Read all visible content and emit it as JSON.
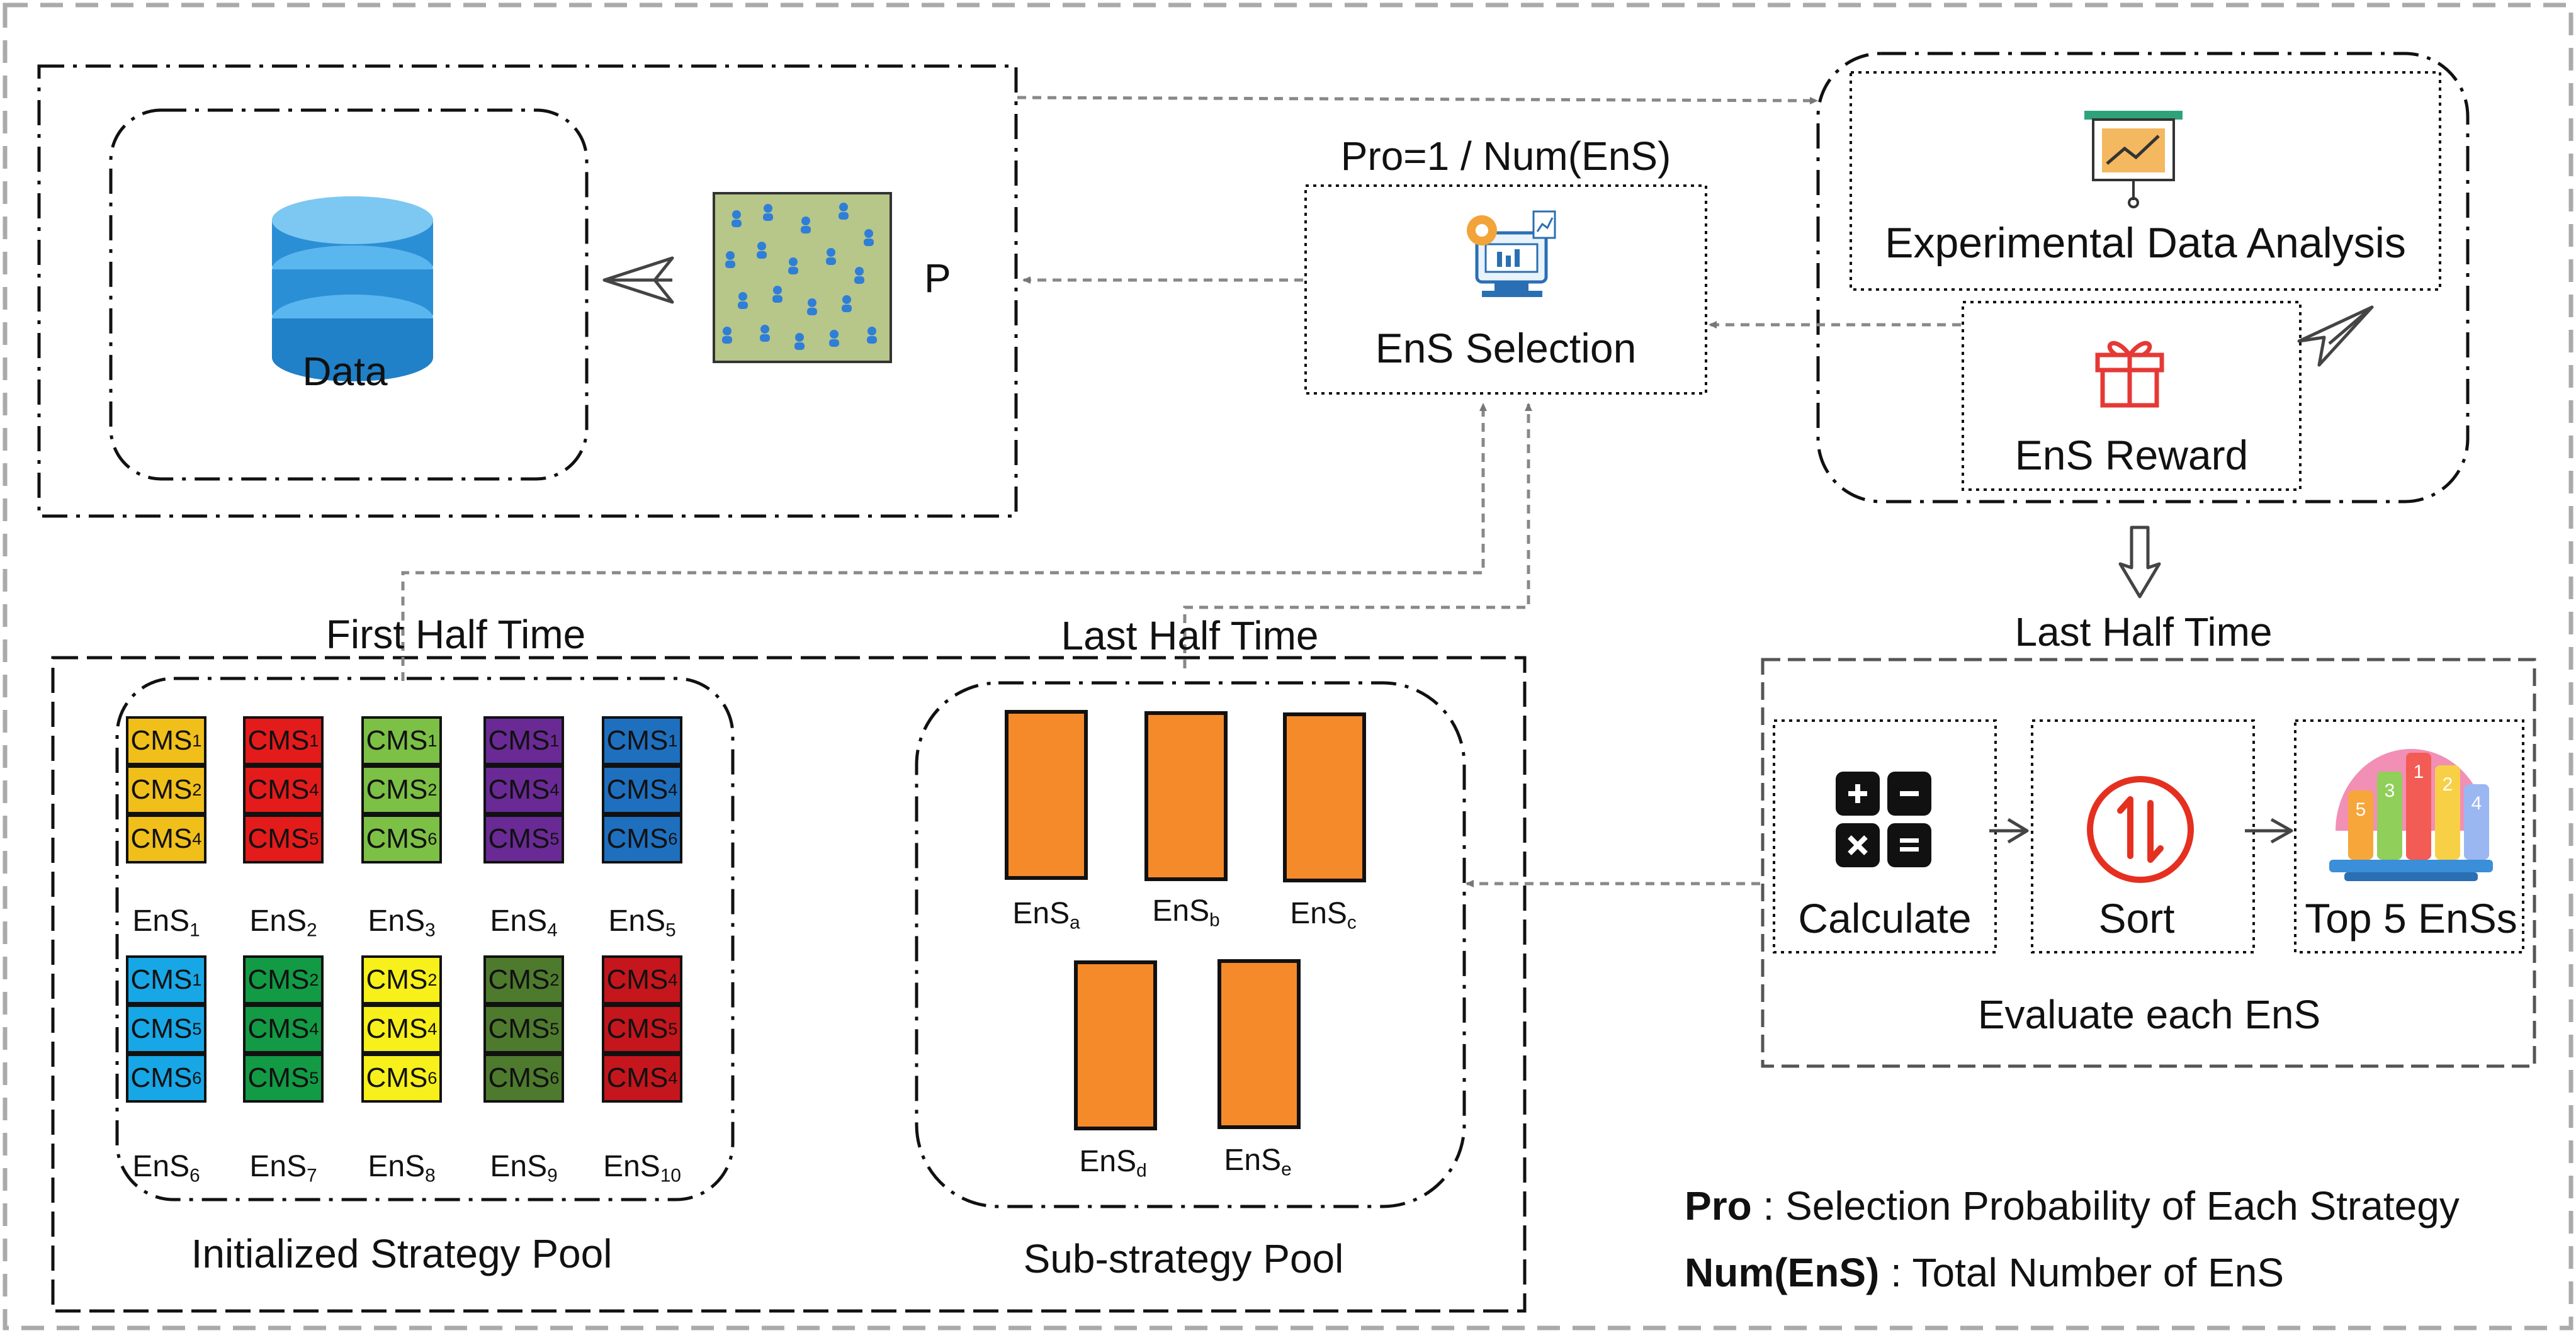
{
  "data_box": {
    "label": "Data"
  },
  "population": {
    "label": "P"
  },
  "selection": {
    "formula": "Pro=1 / Num(EnS)",
    "label": "EnS Selection"
  },
  "analysis": {
    "label": "Experimental Data Analysis"
  },
  "reward": {
    "label": "EnS Reward"
  },
  "first_half": {
    "title": "First Half Time",
    "pool_label": "Initialized Strategy Pool"
  },
  "last_half_left": {
    "title": "Last Half Time",
    "pool_label": "Sub-strategy Pool"
  },
  "last_half_right": {
    "title": "Last Half Time",
    "caption": "Evaluate each EnS"
  },
  "steps": {
    "calculate": "Calculate",
    "sort": "Sort",
    "top": "Top 5 EnSs"
  },
  "legend": {
    "pro_term": "Pro",
    "pro_desc": " : Selection Probability of Each Strategy",
    "num_term": "Num(EnS)",
    "num_desc": " : Total Number of EnS"
  },
  "strategies": [
    {
      "name": "EnS",
      "sub": "1",
      "color": "#f0bf1a",
      "cms": [
        [
          "CMS",
          "1"
        ],
        [
          "CMS",
          "2"
        ],
        [
          "CMS",
          "4"
        ]
      ]
    },
    {
      "name": "EnS",
      "sub": "2",
      "color": "#e41b1b",
      "cms": [
        [
          "CMS",
          "1"
        ],
        [
          "CMS",
          "4"
        ],
        [
          "CMS",
          "5"
        ]
      ]
    },
    {
      "name": "EnS",
      "sub": "3",
      "color": "#7cc046",
      "cms": [
        [
          "CMS",
          "1"
        ],
        [
          "CMS",
          "2"
        ],
        [
          "CMS",
          "6"
        ]
      ]
    },
    {
      "name": "EnS",
      "sub": "4",
      "color": "#6a2a95",
      "cms": [
        [
          "CMS",
          "1"
        ],
        [
          "CMS",
          "4"
        ],
        [
          "CMS",
          "5"
        ]
      ]
    },
    {
      "name": "EnS",
      "sub": "5",
      "color": "#1f6fbf",
      "cms": [
        [
          "CMS",
          "1"
        ],
        [
          "CMS",
          "4"
        ],
        [
          "CMS",
          "6"
        ]
      ]
    },
    {
      "name": "EnS",
      "sub": "6",
      "color": "#17a7e6",
      "cms": [
        [
          "CMS",
          "1"
        ],
        [
          "CMS",
          "5"
        ],
        [
          "CMS",
          "6"
        ]
      ]
    },
    {
      "name": "EnS",
      "sub": "7",
      "color": "#139a45",
      "cms": [
        [
          "CMS",
          "2"
        ],
        [
          "CMS",
          "4"
        ],
        [
          "CMS",
          "5"
        ]
      ]
    },
    {
      "name": "EnS",
      "sub": "8",
      "color": "#f7f01b",
      "cms": [
        [
          "CMS",
          "2"
        ],
        [
          "CMS",
          "4"
        ],
        [
          "CMS",
          "6"
        ]
      ]
    },
    {
      "name": "EnS",
      "sub": "9",
      "color": "#4e7a2e",
      "cms": [
        [
          "CMS",
          "2"
        ],
        [
          "CMS",
          "5"
        ],
        [
          "CMS",
          "6"
        ]
      ]
    },
    {
      "name": "EnS",
      "sub": "10",
      "color": "#c4161c",
      "cms": [
        [
          "CMS",
          "4"
        ],
        [
          "CMS",
          "5"
        ],
        [
          "CMS",
          "4"
        ]
      ]
    }
  ],
  "sub_strategies": [
    {
      "name": "EnS",
      "sub": "a"
    },
    {
      "name": "EnS",
      "sub": "b"
    },
    {
      "name": "EnS",
      "sub": "c"
    },
    {
      "name": "EnS",
      "sub": "d"
    },
    {
      "name": "EnS",
      "sub": "e"
    }
  ],
  "top_bars": [
    "5",
    "3",
    "1",
    "2",
    "4"
  ]
}
